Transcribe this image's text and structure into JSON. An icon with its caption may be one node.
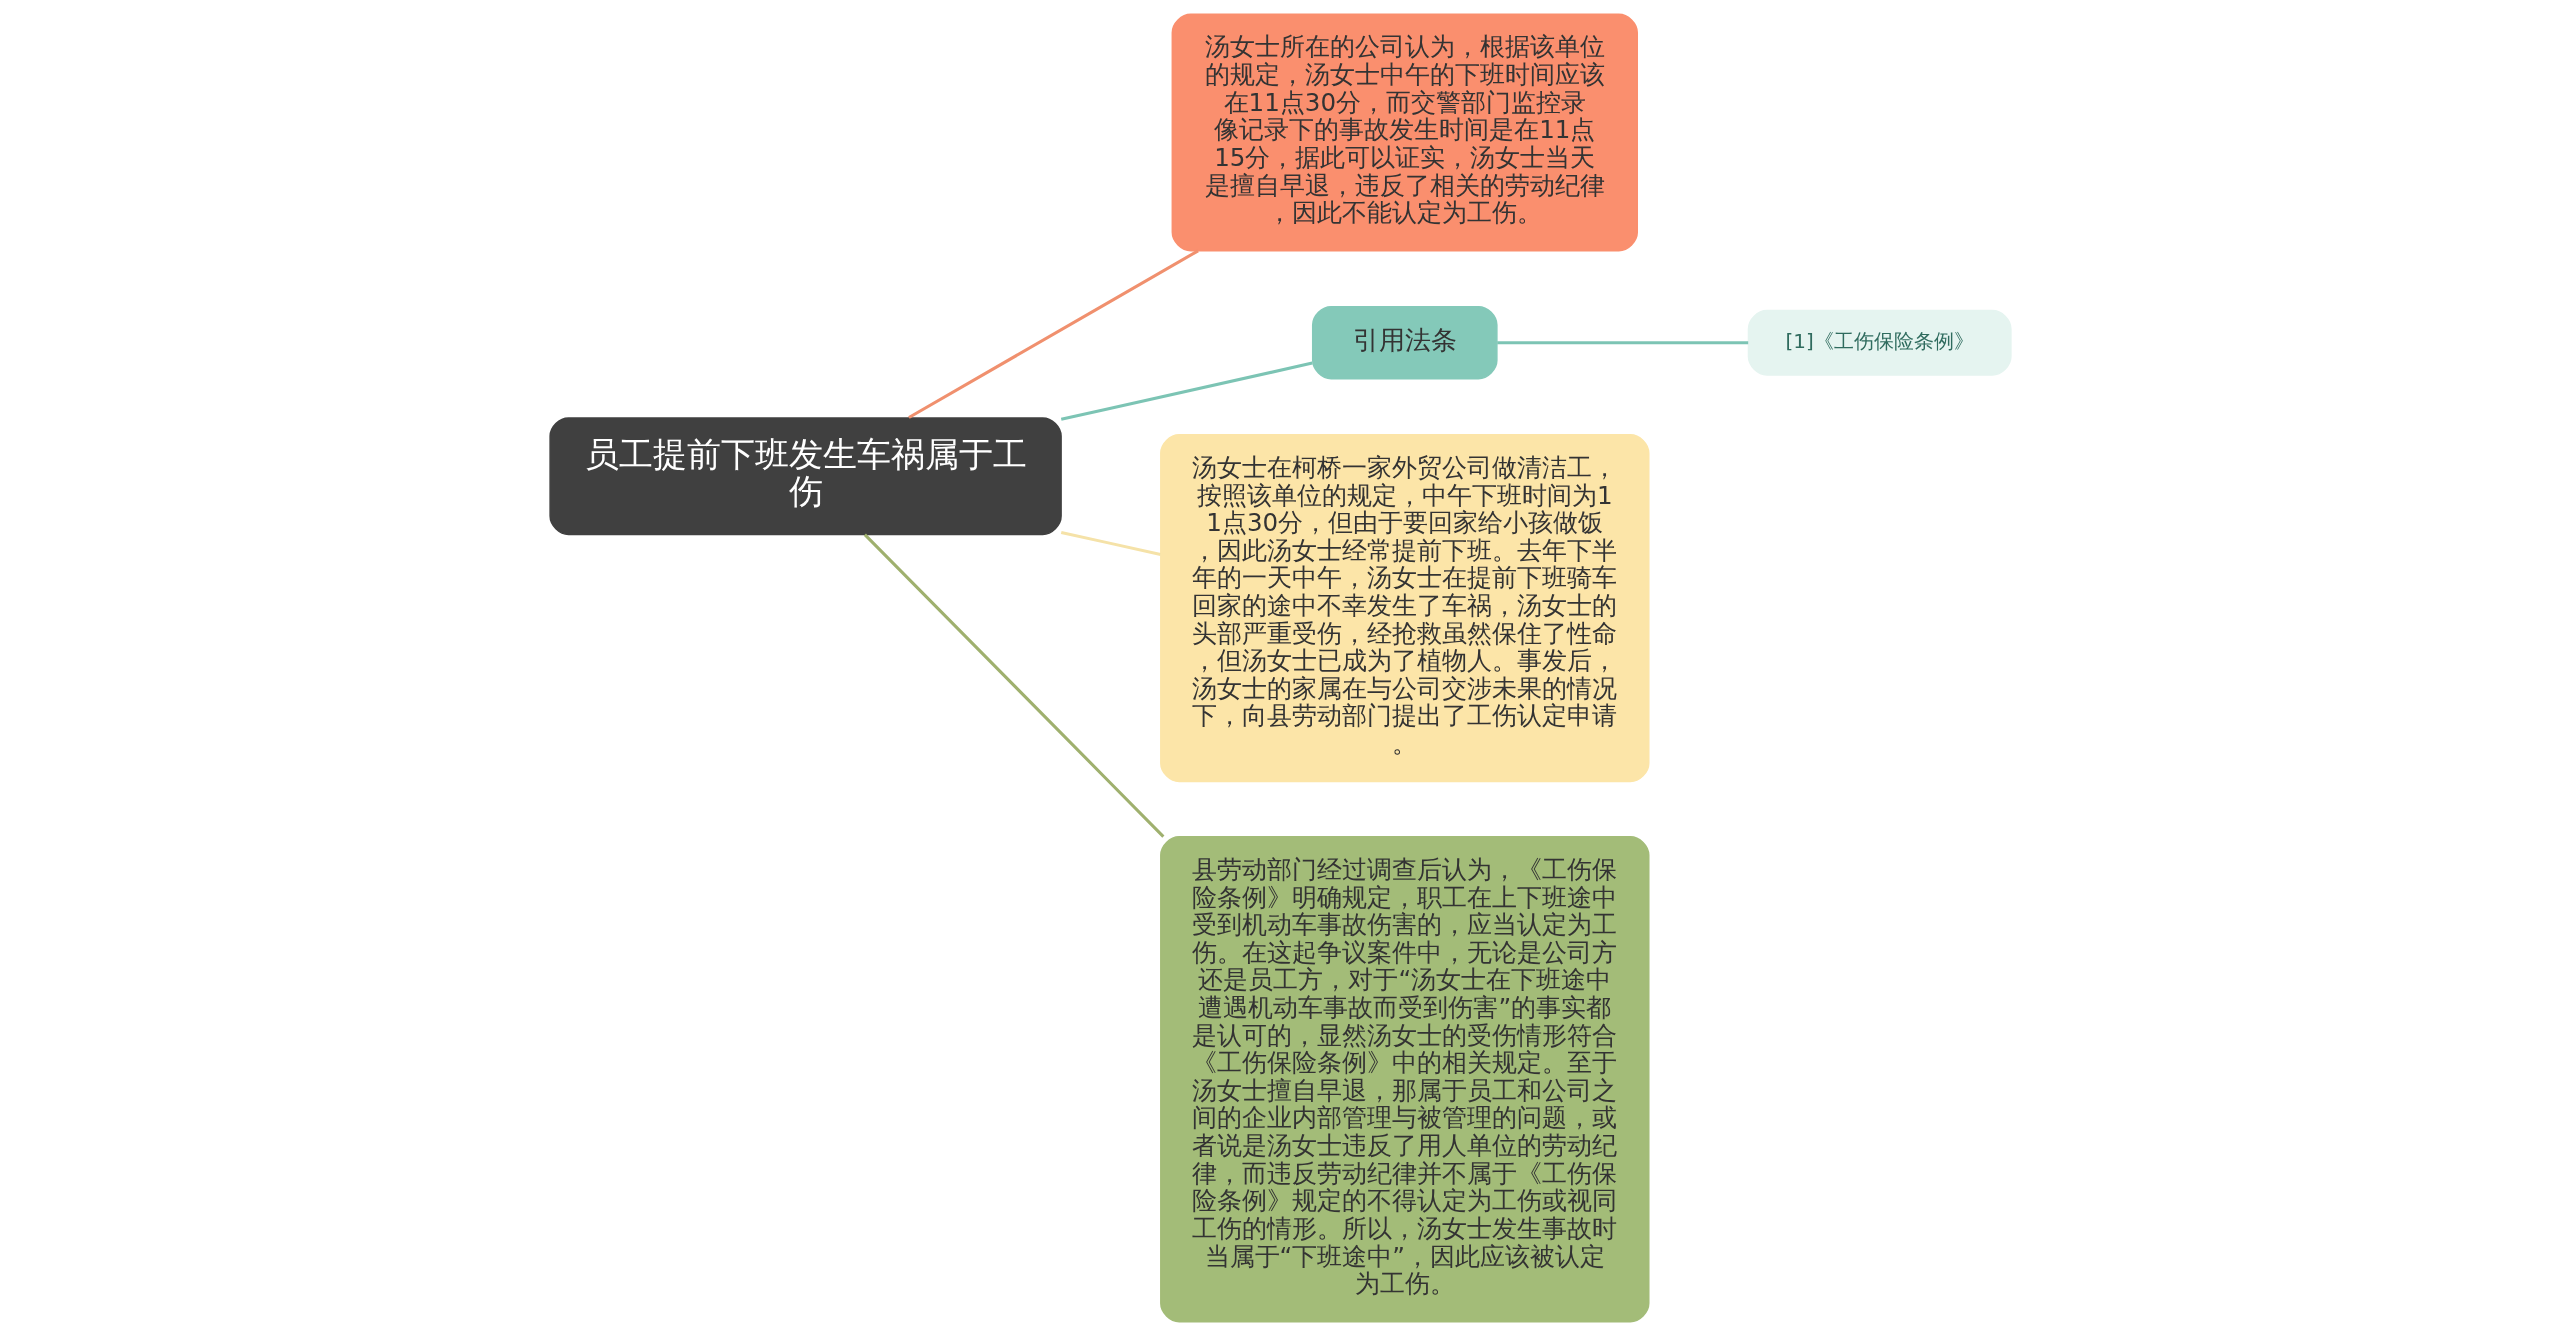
{
  "diagram": {
    "nodes": [
      {
        "text": [
          "员工提前下班发生车祸属于工伤"
        ]
      },
      {
        "text": [
          "汤女士所在的公司认为，根据该单位的规定，汤女士中午的下班时间应该在11点30分，而交警部门监控录像记录下的事故发生时间是在11点15分，据此可以证实，汤女士当天是擅自早退，违反了相关的劳动纪律，因此不能认定为工伤。"
        ]
      },
      {
        "text": [
          "引用法条"
        ]
      },
      {
        "text": [
          "[1]《工伤保险条例》"
        ]
      },
      {
        "text": [
          "汤女士在柯桥一家外贸公司做清洁工，按照该单位的规定，中午下班时间为11点30分，但由于要回家给小孩做饭，因此汤女士经常提前下班。去年下半年的一天中午，汤女士在提前下班骑车回家的途中不幸发生了车祸，汤女士的头部严重受伤，经抢救虽然保住了性命，但汤女士已成为了植物人。事发后，汤女士的家属在与公司交涉未果的情况下，向县劳动部门提出了工伤认定申请。"
        ]
      },
      {
        "text": [
          "县劳动部门经过调查后认为，《工伤保险条例》明确规定，职工在上下班途中受到机动车事故伤害的，应当认定为工伤。在这起争议案件中，无论是公司方还是员工方，对于“汤女士在下班途中遭遇机动车事故而受到伤害”的事实都是认可的，显然汤女士的受伤情形符合《工伤保险条例》中的相关规定。至于汤女士擅自早退，那属于员工和公司之间的企业内部管理与被管理的问题，或者说是汤女士违反了用人单位的劳动纪律，而违反劳动纪律并不属于《工伤保险条例》规定的不得认定为工伤或视同工伤的情形。所以，汤女士发生事故时当属于“下班途中”，因此应该被认定为工伤。"
        ]
      }
    ],
    "edges": [
      {
        "from": 0,
        "to": 1,
        "arrow": "none",
        "color": "#f0906e"
      },
      {
        "from": 0,
        "to": 2,
        "arrow": "none",
        "color": "#7cc4b4"
      },
      {
        "from": 2,
        "to": 3,
        "arrow": "none",
        "color": "#7cc4b4"
      },
      {
        "from": 0,
        "to": 4,
        "arrow": "none",
        "color": "#f5e2a8"
      },
      {
        "from": 0,
        "to": 5,
        "arrow": "none",
        "color": "#9fb06e"
      }
    ]
  }
}
